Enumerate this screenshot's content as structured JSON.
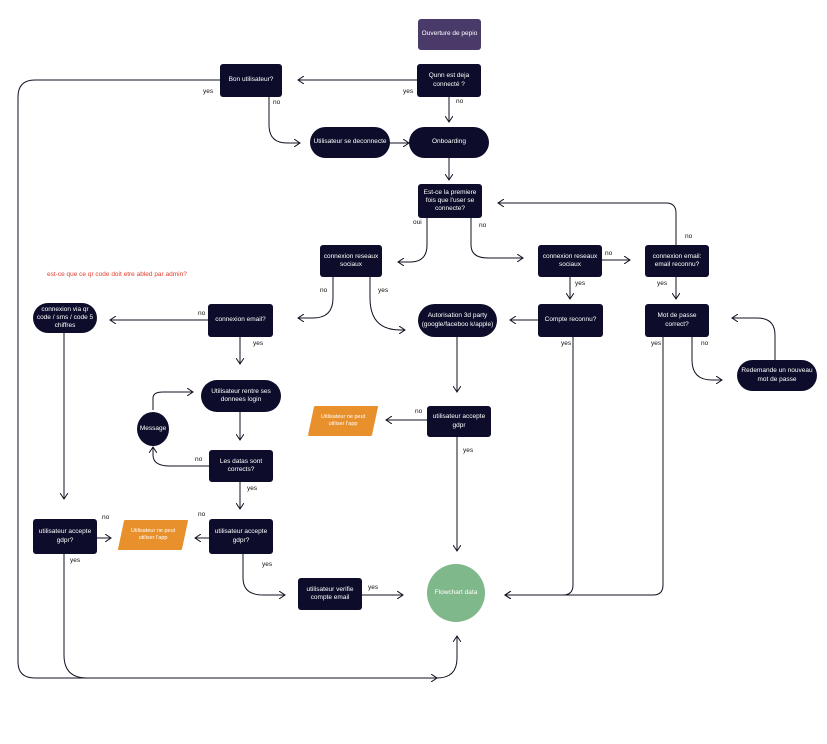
{
  "colors": {
    "node_dark": "#0d0d2b",
    "start_node": "#4a3a6a",
    "warning_node": "#e8902c",
    "data_node": "#7fb88a",
    "note_text": "#e0402e",
    "edge": "#111122"
  },
  "nodes": {
    "ouverture": "Ouverture de pepio",
    "qui_connecte": "Qunn est deja connecté ?",
    "bon_utilisateur": "Bon utilisateur?",
    "utilisateur_deconnecte": "Utilisateur se deconnecte",
    "onboarding": "Onboarding",
    "premiere_fois": "Est-ce la premiere fois que l'user se connecte?",
    "connexion_reseaux_left": "connexion reseaux sociaux",
    "connexion_reseaux_right": "connexion reseaux sociaux",
    "connexion_email_reconnu": "connexion email: email reconnu?",
    "connexion_qr": "connexion via qr code / sms / code 5 chiffres",
    "connexion_email": "connexion email?",
    "autorisation": "Autorisation 3d party (google/faceboo k/apple)",
    "compte_reconnu": "Compte reconnu?",
    "mot_de_passe": "Mot de passe correct?",
    "redemande": "Redemande un nouveau mot de passe",
    "rentre_login": "Utilisateur rentre ses donnees login",
    "message": "Message",
    "ne_peut_1": "Utilisateur ne peut utiliser l'app",
    "accepte_gdpr_center": "utilisateur accepte gdpr",
    "datas_correct": "Les datas sont corrects?",
    "accepte_gdpr_left": "utilisateur accepte gdpr?",
    "ne_peut_2": "Utilisateur ne peut utiliser l'app",
    "accepte_gdpr_mid": "utilisateur accepte gdpr?",
    "verifie_email": "utilisateur verifie compte email",
    "flowchart_data": "Flowchart data"
  },
  "note": "est-ce que ce qr code doit etre abled par admin?",
  "labels": {
    "l1": "yes",
    "l2": "yes",
    "l3": "no",
    "l4": "oui",
    "l5": "no",
    "l6": "no",
    "l7": "no",
    "l8": "yes",
    "l9": "no",
    "l10": "yes",
    "l11": "no",
    "l12": "yes",
    "l13": "yes",
    "l14": "no",
    "l15": "yes",
    "l16": "no",
    "l17": "yes",
    "l18": "no",
    "l19": "no",
    "l20": "yes",
    "l21": "yes",
    "l22": "yes",
    "l23": "no"
  }
}
